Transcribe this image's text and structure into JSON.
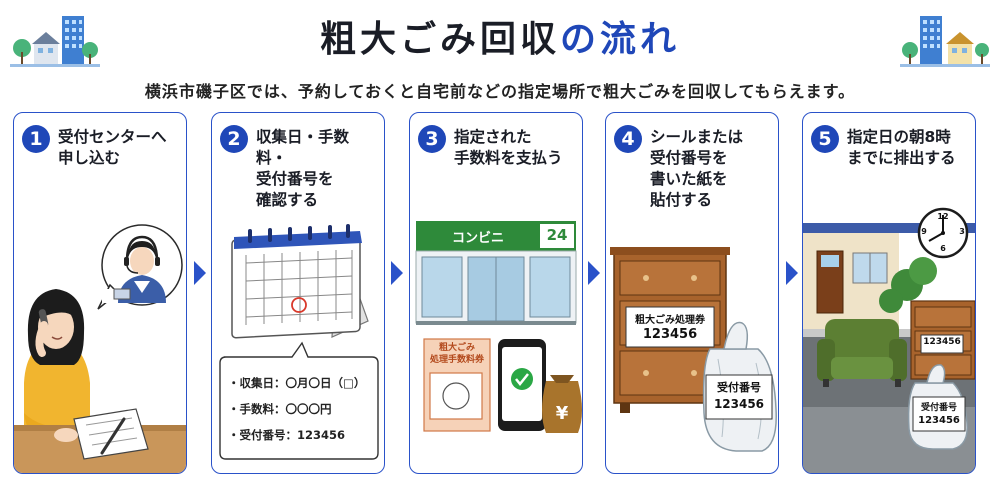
{
  "title": {
    "part1": "粗大ごみ回収",
    "part2": "の流れ"
  },
  "subtitle": "横浜市磯子区では、予約しておくと自宅前などの指定場所で粗大ごみを回収してもらえます。",
  "colors": {
    "accent": "#1f47b8",
    "border": "#2a52c9",
    "konbini_green": "#2e8a3a",
    "furniture_brown": "#9a5a2a",
    "sofa_green": "#5c7f33"
  },
  "steps": [
    {
      "number": "1",
      "heading_lines": [
        "受付センターへ",
        "申し込む"
      ],
      "icons": [
        "woman-phone-icon",
        "operator-headset-icon",
        "memo-pen-icon"
      ]
    },
    {
      "number": "2",
      "heading_lines": [
        "収集日・手数料・",
        "受付番号を",
        "確認する"
      ],
      "icons": [
        "calendar-icon"
      ],
      "info_lines": [
        "・収集日：〇月〇日（□）",
        "・手数料：〇〇〇円",
        "・受付番号：123456"
      ]
    },
    {
      "number": "3",
      "heading_lines": [
        "指定された",
        "手数料を支払う"
      ],
      "icons": [
        "convenience-store-icon",
        "ticket-icon",
        "smartphone-check-icon",
        "yen-bag-icon"
      ],
      "store_sign": "コンビニ",
      "store_number": "24",
      "ticket_lines": [
        "粗大ごみ",
        "処理手数料券"
      ]
    },
    {
      "number": "4",
      "heading_lines": [
        "シールまたは",
        "受付番号を",
        "書いた紙を",
        "貼付する"
      ],
      "icons": [
        "dresser-icon",
        "garbage-bag-icon"
      ],
      "sticker_label": "粗大ごみ処理券",
      "sticker_number": "123456",
      "bag_label": "受付番号",
      "bag_number": "123456"
    },
    {
      "number": "5",
      "heading_lines": [
        "指定日の朝8時",
        "までに排出する"
      ],
      "icons": [
        "clock-icon",
        "house-icon",
        "sofa-icon",
        "dresser-icon",
        "garbage-bag-icon"
      ],
      "clock_numbers": [
        "12",
        "3",
        "6",
        "9"
      ],
      "dresser_number": "123456",
      "bag_label": "受付番号",
      "bag_number": "123456"
    }
  ]
}
